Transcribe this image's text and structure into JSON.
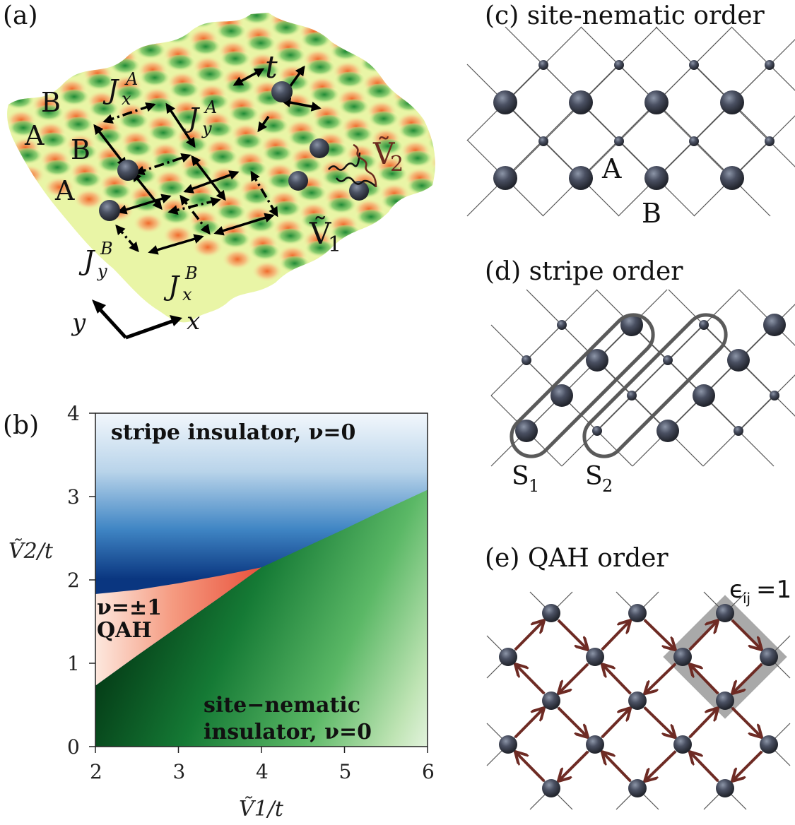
{
  "panels": {
    "a": {
      "label": "(a)",
      "site_labels": [
        "B",
        "A",
        "B",
        "A"
      ],
      "hopping_label": "t",
      "couplings": {
        "JxA": {
          "base": "J",
          "sub": "x",
          "sup": "A"
        },
        "JyA": {
          "base": "J",
          "sub": "y",
          "sup": "A"
        },
        "JyB": {
          "base": "J",
          "sub": "y",
          "sup": "B"
        },
        "JxB": {
          "base": "J",
          "sub": "x",
          "sup": "B"
        }
      },
      "interactions": {
        "V1": {
          "base": "Ṽ",
          "sub": "1"
        },
        "V2": {
          "base": "Ṽ",
          "sub": "2"
        }
      },
      "axes": {
        "x": "x",
        "y": "y"
      },
      "colors": {
        "well": "#f07a3a",
        "peak": "#2e9a3e",
        "mid": "#e8f5a0",
        "sphere": "#4a5060",
        "v2_bond": "#6b2a1e"
      }
    },
    "b": {
      "label": "(b)",
      "region_labels": {
        "stripe": "stripe insulator, ν=0",
        "qah_line1": "ν=±1",
        "qah_line2": "QAH",
        "nematic_line1": "site−nematic",
        "nematic_line2": "insulator, ν=0"
      },
      "colors": {
        "stripe_dark": "#0b3d8c",
        "stripe_light": "#eef4fb",
        "qah_dark": "#e8432e",
        "qah_light": "#fde7dd",
        "nematic_dark": "#064d1f",
        "nematic_light": "#f1f9ee"
      }
    },
    "c": {
      "label": "(c) site-nematic order",
      "site_A": "A",
      "site_B": "B"
    },
    "d": {
      "label": "(d) stripe order",
      "stripe_1": {
        "base": "S",
        "sub": "1"
      },
      "stripe_2": {
        "base": "S",
        "sub": "2"
      }
    },
    "e": {
      "label": "(e) QAH order",
      "plaquette_label": {
        "base": "ϵ",
        "sub": "ij",
        "rest": "=1"
      },
      "colors": {
        "arrow": "#6e2b24",
        "plaquette": "#9a9a9a"
      }
    }
  },
  "chart_data": {
    "type": "heatmap",
    "title": "",
    "xlabel": "Ṽ1/t",
    "ylabel": "Ṽ2/t",
    "xlim": [
      2,
      6
    ],
    "ylim": [
      0,
      4
    ],
    "xticks": [
      2,
      3,
      4,
      5,
      6
    ],
    "yticks": [
      0,
      1,
      2,
      3,
      4
    ],
    "grid": false,
    "regions": [
      {
        "name": "stripe insulator",
        "chern": 0,
        "color": "#0b3d8c",
        "description": "above upper boundary"
      },
      {
        "name": "QAH",
        "chern": "±1",
        "color": "#e8432e",
        "description": "wedge between V1=2 and V1≈4"
      },
      {
        "name": "site-nematic insulator",
        "chern": 0,
        "color": "#064d1f",
        "description": "below lower boundary"
      }
    ],
    "boundaries": [
      {
        "name": "stripe-QAH",
        "x": [
          2.0,
          2.5,
          3.0,
          3.5,
          4.0
        ],
        "y": [
          1.83,
          1.88,
          1.96,
          2.05,
          2.15
        ]
      },
      {
        "name": "QAH-nematic",
        "x": [
          2.0,
          2.5,
          3.0,
          3.5,
          4.0
        ],
        "y": [
          0.73,
          1.09,
          1.44,
          1.79,
          2.15
        ]
      },
      {
        "name": "stripe-nematic",
        "x": [
          4.0,
          4.5,
          5.0,
          5.5,
          6.0
        ],
        "y": [
          2.15,
          2.38,
          2.61,
          2.85,
          3.08
        ]
      }
    ],
    "annotations": [
      "stripe insulator, ν=0",
      "ν=±1 QAH",
      "site−nematic insulator, ν=0"
    ]
  }
}
